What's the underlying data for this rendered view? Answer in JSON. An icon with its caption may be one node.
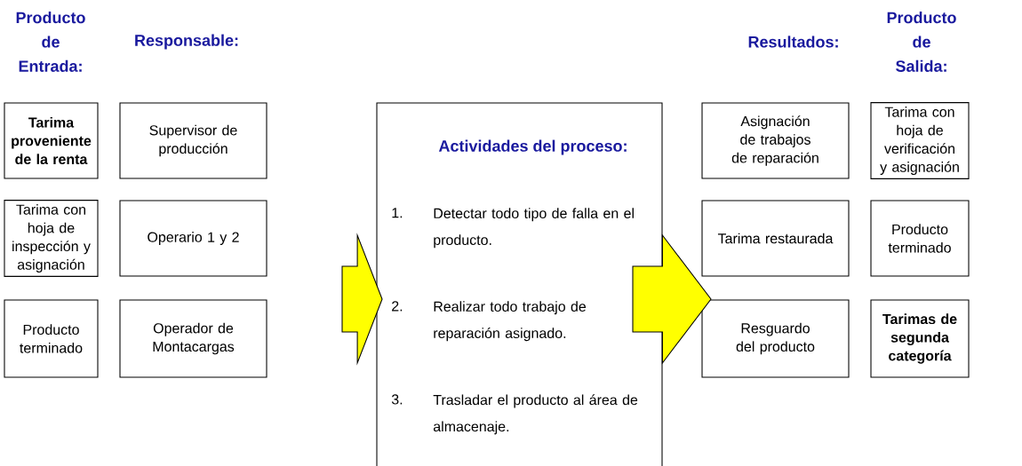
{
  "diagram": {
    "nodes": [
      {
        "text": [
          "Tarima proveniente de la renta"
        ]
      },
      {
        "text": [
          "Tarima con hoja de inspección y asignación"
        ]
      },
      {
        "text": [
          "Producto terminado"
        ]
      },
      {
        "text": [
          "Supervisor de producción"
        ]
      },
      {
        "text": [
          "Operario 1 y 2"
        ]
      },
      {
        "text": [
          "Operador de Montacargas"
        ]
      },
      {
        "text": [
          "Actividades del proceso:",
          "1.",
          "Detectar todo tipo de falla en el producto.",
          "2.",
          "Realizar todo trabajo de reparación asignado.",
          "3.",
          "Trasladar el producto al área de almacenaje."
        ]
      },
      {
        "text": [
          "Asignación de trabajos de reparación"
        ]
      },
      {
        "text": [
          "Tarima restaurada"
        ]
      },
      {
        "text": [
          "Resguardo del producto"
        ]
      },
      {
        "text": [
          "Tarima con hoja de verificación y asignación"
        ]
      },
      {
        "text": [
          "Producto terminado"
        ]
      },
      {
        "text": [
          "Tarimas de segunda categoría"
        ]
      }
    ],
    "edges": [
      {
        "from": 4,
        "to": 6,
        "arrow": "to"
      },
      {
        "from": 6,
        "to": 8,
        "arrow": "to"
      }
    ],
    "labels": [
      "Producto de Entrada:",
      "Responsable:",
      "Resultados:",
      "Producto de Salida:"
    ]
  }
}
